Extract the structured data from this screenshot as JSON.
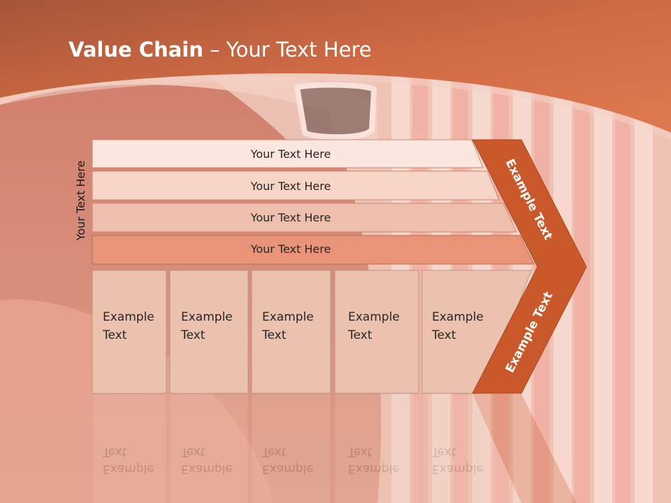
{
  "slide": {
    "title_bold": "Value Chain",
    "title_rest": " – Your Text Here",
    "side_label": "Your Text Here"
  },
  "bands": [
    {
      "label": "Your Text Here",
      "color": "#fbe6e0"
    },
    {
      "label": "Your Text Here",
      "color": "#f6d4c8"
    },
    {
      "label": "Your Text Here",
      "color": "#efbfae"
    },
    {
      "label": "Your Text Here",
      "color": "#e99478"
    }
  ],
  "boxes": [
    {
      "line1": "Example",
      "line2": "Text"
    },
    {
      "line1": "Example",
      "line2": "Text"
    },
    {
      "line1": "Example",
      "line2": "Text"
    },
    {
      "line1": "Example",
      "line2": "Text"
    },
    {
      "line1": "Example",
      "line2": "Text"
    }
  ],
  "chevron": {
    "upper_label": "Example Text",
    "lower_label": "Example Text",
    "color": "#c9582a"
  },
  "colors": {
    "header": "#d87048",
    "box_fill": "#ecc2ae"
  }
}
